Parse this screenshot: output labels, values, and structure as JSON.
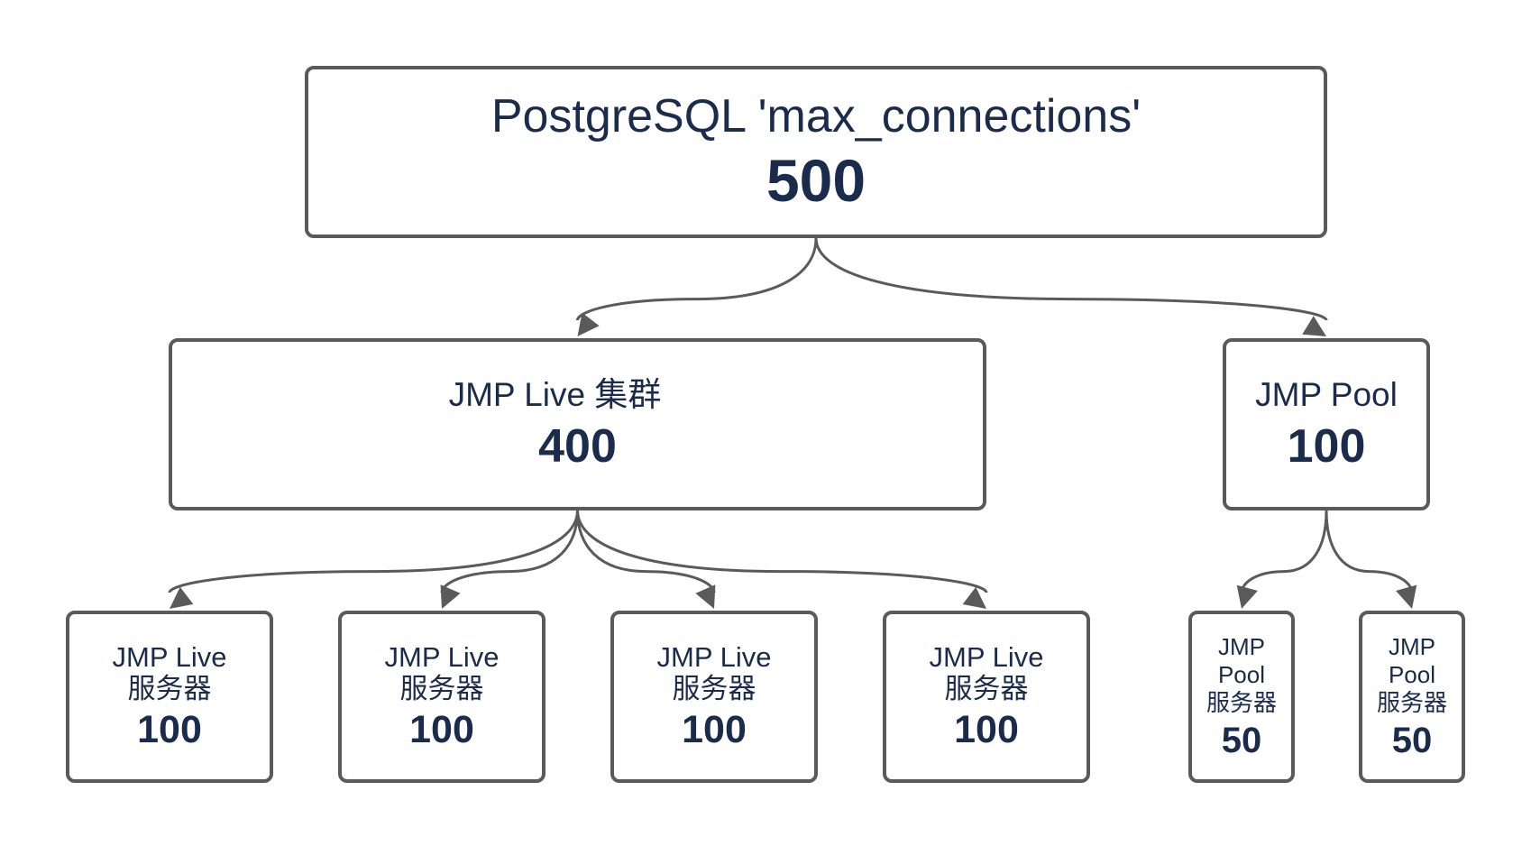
{
  "nodes": {
    "root": {
      "label": "PostgreSQL 'max_connections'",
      "value": "500"
    },
    "cluster": {
      "label": "JMP Live 集群",
      "value": "400"
    },
    "pool": {
      "label": "JMP Pool",
      "value": "100"
    },
    "live_servers": [
      {
        "label": "JMP Live\n服务器",
        "value": "100"
      },
      {
        "label": "JMP Live\n服务器",
        "value": "100"
      },
      {
        "label": "JMP Live\n服务器",
        "value": "100"
      },
      {
        "label": "JMP Live\n服务器",
        "value": "100"
      }
    ],
    "pool_servers": [
      {
        "label": "JMP\nPool\n服务器",
        "value": "50"
      },
      {
        "label": "JMP\nPool\n服务器",
        "value": "50"
      }
    ]
  },
  "edges": [
    {
      "from": "root",
      "to": "cluster"
    },
    {
      "from": "root",
      "to": "pool"
    },
    {
      "from": "cluster",
      "to": "live_servers.0"
    },
    {
      "from": "cluster",
      "to": "live_servers.1"
    },
    {
      "from": "cluster",
      "to": "live_servers.2"
    },
    {
      "from": "cluster",
      "to": "live_servers.3"
    },
    {
      "from": "pool",
      "to": "pool_servers.0"
    },
    {
      "from": "pool",
      "to": "pool_servers.1"
    }
  ],
  "colors": {
    "border": "#5a5a5a",
    "text": "#1b2b4b",
    "arrow": "#5a5a5a",
    "background": "#ffffff"
  }
}
